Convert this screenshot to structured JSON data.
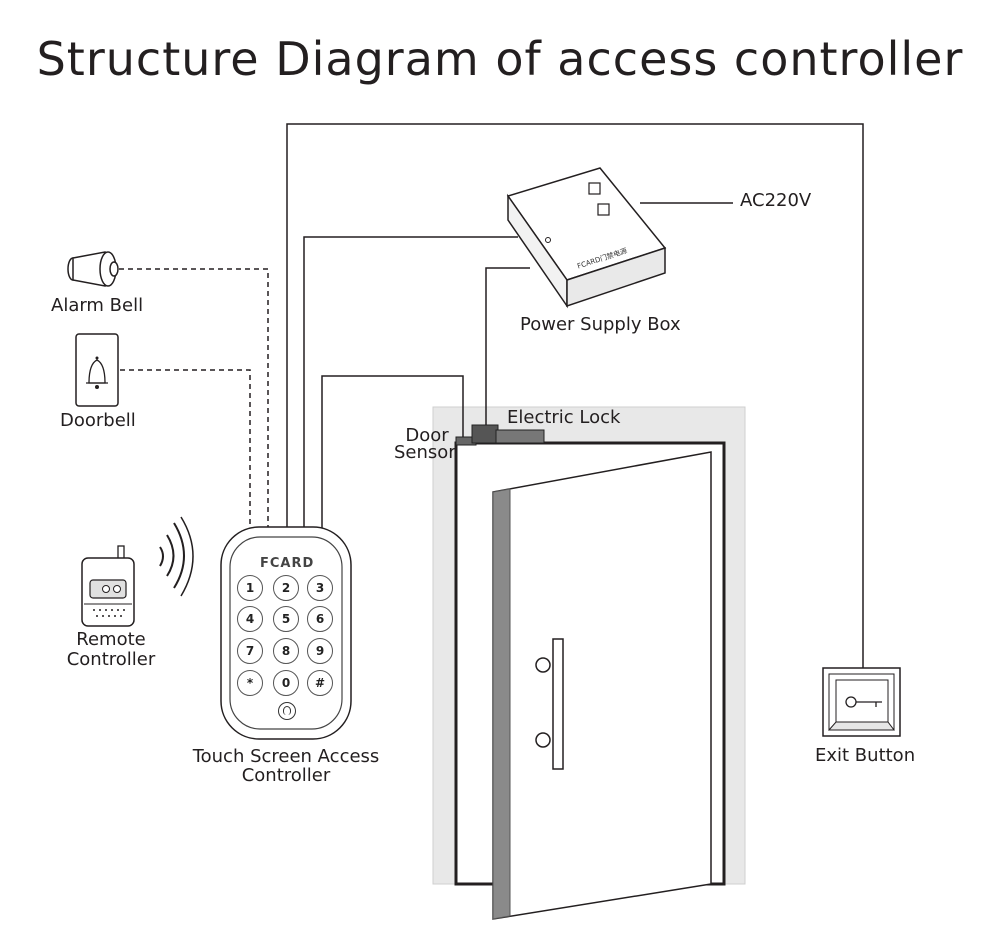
{
  "title": "Structure Diagram of access controller",
  "labels": {
    "ac": "AC220V",
    "power_supply": "Power Supply Box",
    "power_supply_brand": "FCARD门禁电源",
    "alarm_bell": "Alarm Bell",
    "doorbell": "Doorbell",
    "electric_lock": "Electric Lock",
    "door_sensor_line1": "Door",
    "door_sensor_line2": "Sensor",
    "remote_line1": "Remote",
    "remote_line2": "Controller",
    "controller_line1": "Touch Screen Access",
    "controller_line2": "Controller",
    "exit_button": "Exit Button"
  },
  "keypad": {
    "brand": "FCARD",
    "keys": [
      "1",
      "2",
      "3",
      "4",
      "5",
      "6",
      "7",
      "8",
      "9",
      "*",
      "0",
      "#"
    ]
  },
  "colors": {
    "line": "#231f20",
    "wall": "#e6e6e6",
    "door_edge": "#8a8a8a"
  },
  "icons": [
    "alarm-bell-icon",
    "doorbell-icon",
    "remote-controller-icon",
    "wireless-signal-icon",
    "fingerprint-icon",
    "exit-button-icon",
    "power-supply-box-icon",
    "electric-lock-icon",
    "door-sensor-icon"
  ]
}
